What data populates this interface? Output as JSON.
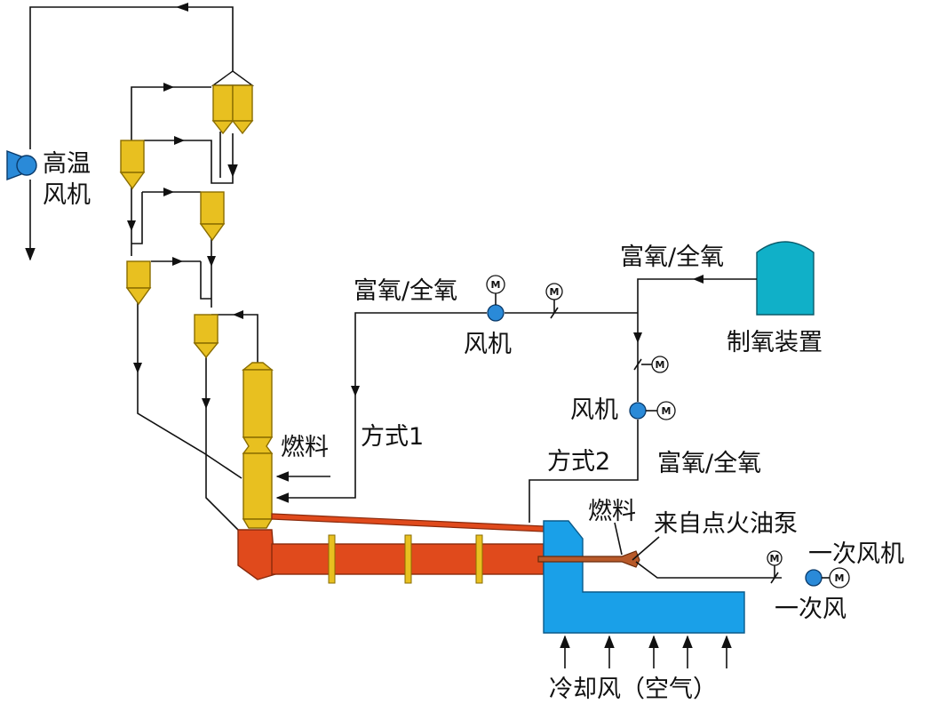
{
  "labels": {
    "high_temp_fan": [
      "高温",
      "风机"
    ],
    "oxygen_enriched_top_left": "富氧/全氧",
    "oxygen_enriched_top_right": "富氧/全氧",
    "oxygen_enriched_mid": "富氧/全氧",
    "fan_top": "风机",
    "fan_mid": "风机",
    "oxygen_plant": "制氧装置",
    "fuel_calciner": "燃料",
    "method_1": "方式1",
    "method_2": "方式2",
    "fuel_kiln": "燃料",
    "ignition_pump": "来自点火油泵",
    "primary_fan": "一次风机",
    "primary_air": "一次风",
    "cooling_air": "冷却风（空气）",
    "motor": "M"
  },
  "colors": {
    "cyclone": "#e8c020",
    "cyclone_stroke": "#8a6d00",
    "kiln": "#e04a1c",
    "kiln_stroke": "#8a2a0c",
    "cooler": "#1aa0e8",
    "cooler_stroke": "#0a5a8a",
    "tank": "#10b0c8",
    "fan": "#2a8ad8",
    "line": "#111111"
  },
  "icons": [
    "fan-icon",
    "motor-icon",
    "valve-icon",
    "tank-icon",
    "cyclone-icon",
    "kiln-icon",
    "cooler-icon"
  ]
}
